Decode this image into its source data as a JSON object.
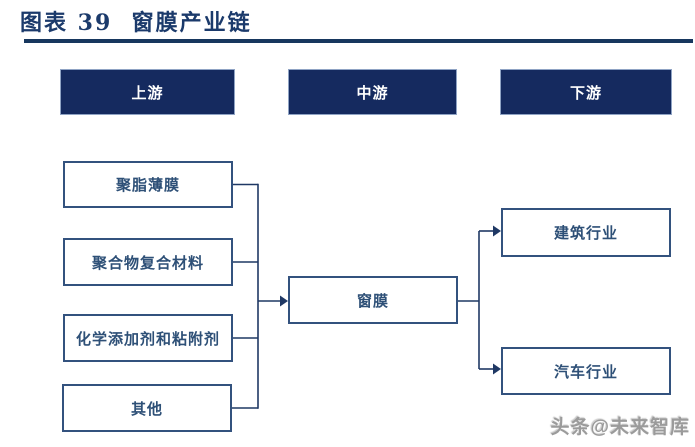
{
  "title": "图表 39  窗膜产业链",
  "watermark": "头条@未来智库",
  "colors": {
    "title_navy": "#1b3a6b",
    "rule_navy": "#17375e",
    "header_fill": "#152a5f",
    "header_text": "#ffffff",
    "box_border": "#33527e",
    "box_text": "#2e5077",
    "connector": "#1f3864",
    "watermark_gray": "#9b9b9b"
  },
  "diagram": {
    "headers": [
      {
        "id": "upstream",
        "label": "上游"
      },
      {
        "id": "midstream",
        "label": "中游"
      },
      {
        "id": "downstream",
        "label": "下游"
      }
    ],
    "upstream_items": [
      {
        "label": "聚脂薄膜"
      },
      {
        "label": "聚合物复合材料"
      },
      {
        "label": "化学添加剂和粘附剂"
      },
      {
        "label": "其他"
      }
    ],
    "midstream_item": {
      "label": "窗膜"
    },
    "downstream_items": [
      {
        "label": "建筑行业"
      },
      {
        "label": "汽车行业"
      }
    ]
  }
}
